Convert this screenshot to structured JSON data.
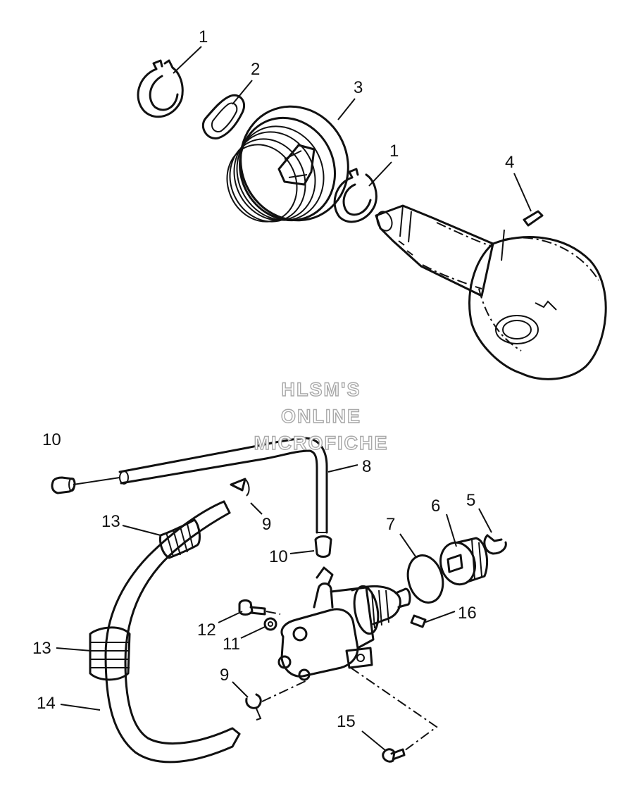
{
  "watermark": {
    "line1": "HLSM'S",
    "line2": "ONLINE",
    "line3": "MICROFICHE"
  },
  "callouts": {
    "c1a": "1",
    "c2": "2",
    "c3": "3",
    "c1b": "1",
    "c4": "4",
    "c10a": "10",
    "c8": "8",
    "c9a": "9",
    "c13a": "13",
    "c10b": "10",
    "c7": "7",
    "c6": "6",
    "c5": "5",
    "c12": "12",
    "c11": "11",
    "c16": "16",
    "c13b": "13",
    "c9b": "9",
    "c14": "14",
    "c15": "15"
  }
}
